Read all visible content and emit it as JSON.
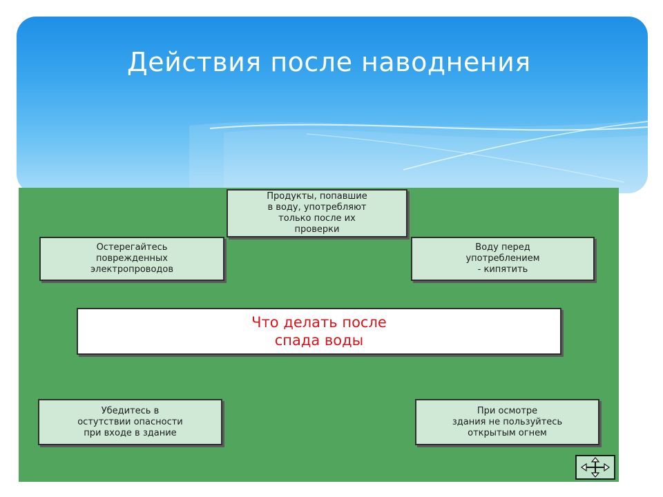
{
  "slide": {
    "title": "Действия после наводнения"
  },
  "diagram": {
    "center": "Что делать после\nспада воды",
    "tips": {
      "food": "Продукты, попавшие\nв воду, употребляют\nтолько после их\nпроверки",
      "wires": "Остерегайтесь\nповрежденных\nэлектропроводов",
      "water": "Воду перед\nупотреблением\n- кипятить",
      "safety": "Убедитесь в\nостутствии опасности\nпри входе в здание",
      "fire": "При осмотре\nздания не пользуйтесь\nоткрытым огнем"
    }
  },
  "colors": {
    "panel": "#52a55d",
    "tip_box": "#cfe9d6",
    "center_text": "#d9141b",
    "title_text": "#ffffff"
  },
  "icons": {
    "navigation": "four-way-arrow-icon"
  }
}
